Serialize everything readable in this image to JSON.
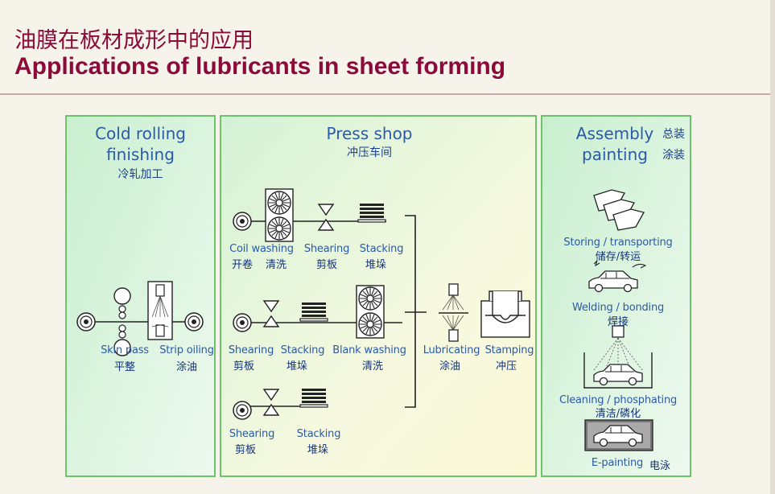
{
  "header": {
    "title_cn": "油膜在板材成形中的应用",
    "title_en": "Applications of lubricants in sheet forming"
  },
  "panels": {
    "cold": {
      "title1": "Cold rolling",
      "title2": "finishing",
      "sub": "冷轧加工"
    },
    "press": {
      "title": "Press shop",
      "sub": "冲压车间"
    },
    "assembly": {
      "title1": "Assembly",
      "title2": "painting",
      "sub1": "总装",
      "sub2": "涂装"
    }
  },
  "cold_steps": {
    "skin_pass": {
      "en": "Skin pass",
      "cn": "平整"
    },
    "strip_oiling": {
      "en": "Strip oiling",
      "cn": "涂油"
    }
  },
  "press_steps": {
    "row1": {
      "coil_washing": {
        "en": "Coil washing",
        "cn1": "开卷",
        "cn2": "清洗"
      },
      "shearing": {
        "en": "Shearing",
        "cn": "剪板"
      },
      "stacking": {
        "en": "Stacking",
        "cn": "堆垛"
      }
    },
    "row2": {
      "shearing": {
        "en": "Shearing",
        "cn": "剪板"
      },
      "stacking": {
        "en": "Stacking",
        "cn": "堆垛"
      },
      "blank_washing": {
        "en": "Blank washing",
        "cn": "清洗"
      }
    },
    "row3": {
      "shearing": {
        "en": "Shearing",
        "cn": "剪板"
      },
      "stacking": {
        "en": "Stacking",
        "cn": "堆垛"
      }
    },
    "lubricating": {
      "en": "Lubricating",
      "cn": "涂油"
    },
    "stamping": {
      "en": "Stamping",
      "cn": "冲压"
    }
  },
  "assembly_steps": {
    "storing": {
      "en": "Storing / transporting",
      "cn": "储存/转运"
    },
    "welding": {
      "en": "Welding / bonding",
      "cn": "焊接"
    },
    "cleaning": {
      "en": "Cleaning / phosphating",
      "cn": "清洁/磷化"
    },
    "epainting": {
      "en": "E-painting",
      "cn": "电泳"
    }
  },
  "colors": {
    "title": "#8b0a3a",
    "panel_border": "#6cc36c",
    "text_blue": "#2b5aa6"
  }
}
